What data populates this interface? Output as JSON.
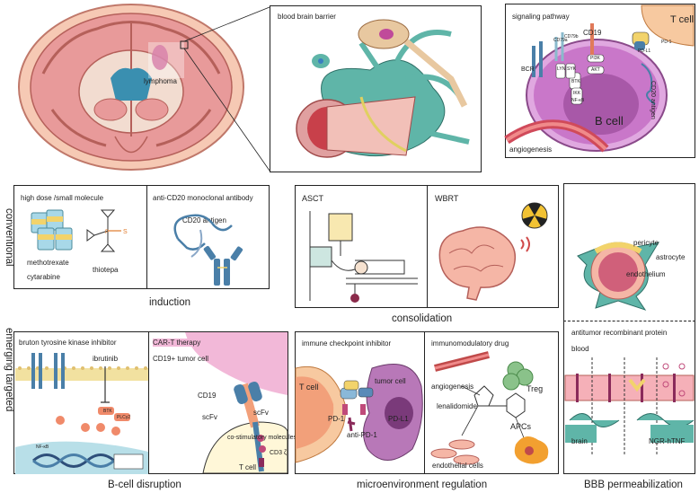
{
  "top": {
    "lymphoma_label": "lymphoma",
    "bbb_title": "blood brain barrier",
    "signaling_title": "signaling pathway",
    "tcell_label": "T cell",
    "bcell_label": "B cell",
    "cd19_label": "CD19",
    "bcr_label": "BCR",
    "angiogenesis_label": "angiogenesis",
    "cd20_antigen_label": "CD20 antigen",
    "pi3k": "PI3K",
    "akt": "AKT",
    "btk": "BTK",
    "ikk": "IKK",
    "nfkb": "NF-κB",
    "lyn": "LYN",
    "syk": "SYK",
    "cd79a": "CD79a",
    "cd79b": "CD79b",
    "pd1": "PD-1",
    "pdl1": "PD-L1"
  },
  "row_labels": {
    "conventional": "conventional",
    "emerging": "emerging targeted"
  },
  "conventional": {
    "high_dose_title": "high dose /small molecule",
    "methotrexate": "methotrexate",
    "cytarabine": "cytarabine",
    "thiotepa": "thiotepa",
    "cd20_mab_title": "anti-CD20 monoclonal antibody",
    "cd20_antigen": "CD20 antigen",
    "induction_caption": "induction",
    "asct": "ASCT",
    "wbrt": "WBRT",
    "consolidation_caption": "consolidation"
  },
  "bbb_panel": {
    "pericyte": "pericyte",
    "astrocyte": "astrocyte",
    "endothelium": "endothelium",
    "antitumor_title": "antitumor recombinant protein",
    "blood": "blood",
    "brain": "brain",
    "ngr": "NGR-hTNF",
    "caption": "BBB permeabilization"
  },
  "emerging": {
    "btk_title": "bruton tyrosine kinase inhibitor",
    "ibrutinib": "ibrutinib",
    "cart_title": "CAR-T therapy",
    "cd19_tumor": "CD19+ tumor cell",
    "cd19": "CD19",
    "scfv1": "scFv",
    "scfv2": "scFv",
    "costim": "co-stimulatory molecules",
    "cd3z": "CD3 ζ",
    "tcell": "T cell",
    "bcell_caption": "B-cell disruption",
    "checkpoint_title": "immune checkpoint inhibitor",
    "tcell2": "T cell",
    "tumor_cell": "tumor cell",
    "pd1": "PD-1",
    "pdl1": "PD-L1",
    "anti_pd1": "anti-PD-1",
    "immuno_title": "immunomodulatory drug",
    "angiogenesis": "angiogenesis",
    "lenalidomide": "lenalidomide",
    "treg": "Treg",
    "apcs": "APCs",
    "endothelial": "endothelial cells",
    "micro_caption": "microenvironment regulation",
    "btk_small": "BTK",
    "plcg2": "PLCγ2",
    "nfkb_small": "NF-κB"
  },
  "colors": {
    "brain_pink": "#e89a9a",
    "teal": "#5fb5a8",
    "purple": "#c977c9",
    "blue": "#4a7fa8",
    "yellow": "#f2d36b",
    "cell_pink": "#f2b8d8"
  }
}
